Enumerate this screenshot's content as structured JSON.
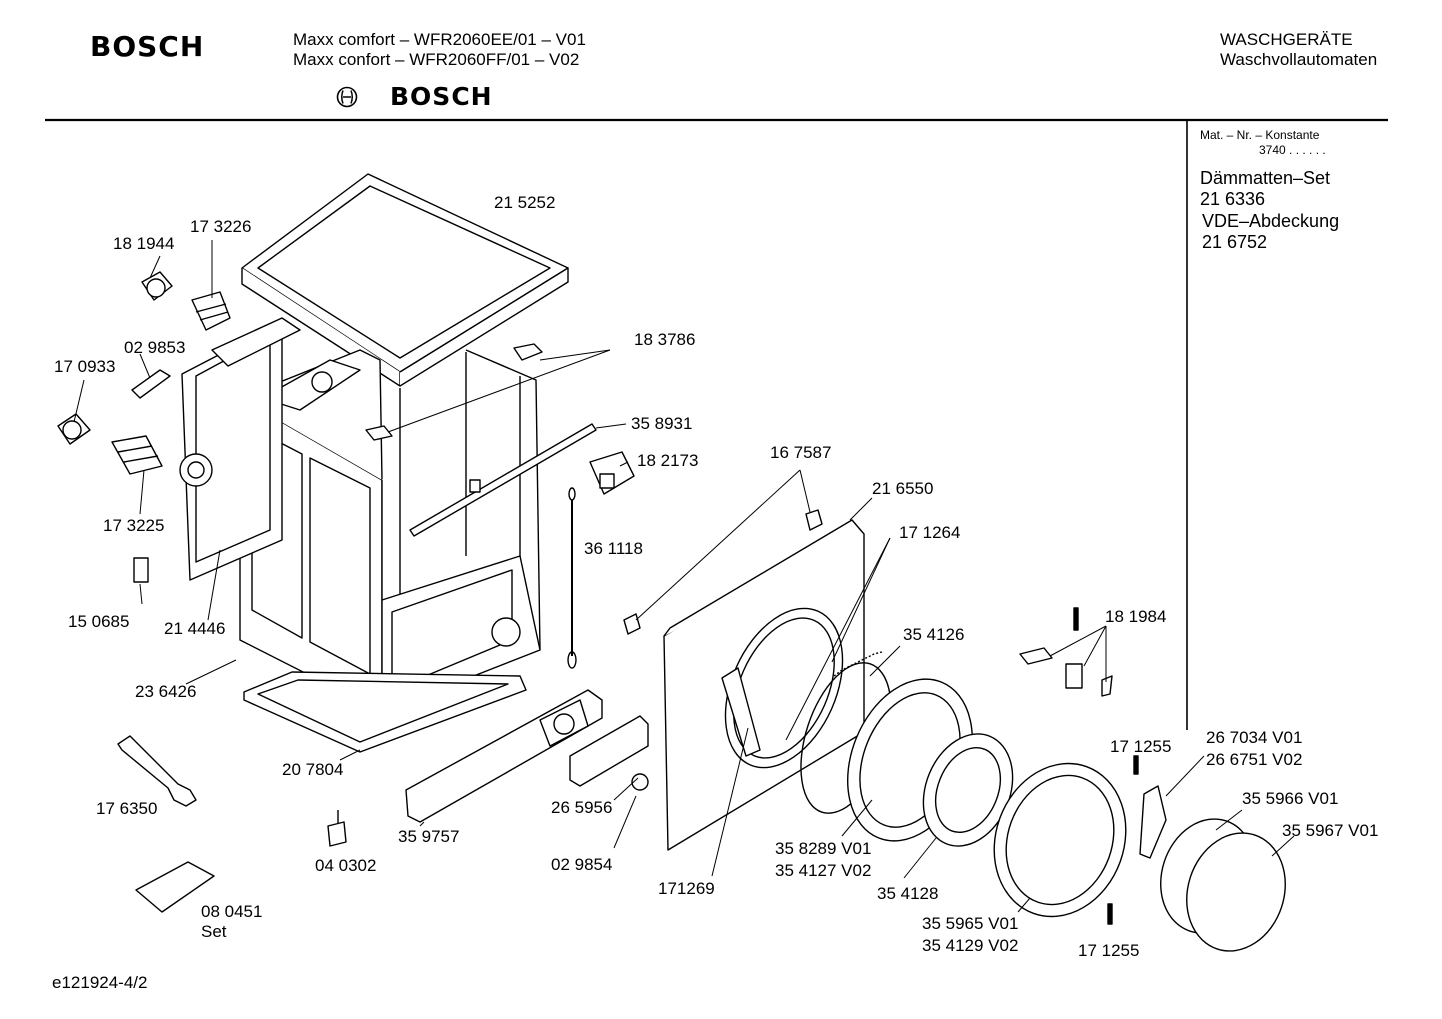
{
  "header": {
    "brand": "BOSCH",
    "models": [
      "Maxx comfort – WFR2060EE/01 – V01",
      "Maxx confort – WFR2060FF/01 – V02"
    ],
    "brand_secondary": "BOSCH",
    "category": "WASCHGERÄTE",
    "subcategory": "Waschvollautomaten"
  },
  "sidebar": {
    "mat_label": "Mat. – Nr. – Konstante",
    "mat_value": "3740 .  .  .  .  .  .",
    "items": [
      "Dämmatten–Set",
      "21 6336",
      "VDE–Abdeckung",
      "21 6752"
    ]
  },
  "parts": [
    {
      "id": "p1",
      "text": "21 5252"
    },
    {
      "id": "p2",
      "text": "17 3226"
    },
    {
      "id": "p3",
      "text": "18 1944"
    },
    {
      "id": "p4",
      "text": "02 9853"
    },
    {
      "id": "p5",
      "text": "17 0933"
    },
    {
      "id": "p6",
      "text": "18 3786"
    },
    {
      "id": "p7",
      "text": "35 8931"
    },
    {
      "id": "p8",
      "text": "18 2173"
    },
    {
      "id": "p9",
      "text": "17 3225"
    },
    {
      "id": "p10",
      "text": "16 7587"
    },
    {
      "id": "p11",
      "text": "21 6550"
    },
    {
      "id": "p12",
      "text": "36 1118"
    },
    {
      "id": "p13",
      "text": "17 1264"
    },
    {
      "id": "p14",
      "text": "15 0685"
    },
    {
      "id": "p15",
      "text": "21 4446"
    },
    {
      "id": "p16",
      "text": "18 1984"
    },
    {
      "id": "p17",
      "text": "35 4126"
    },
    {
      "id": "p18",
      "text": "23 6426"
    },
    {
      "id": "p19",
      "text": "26 7034 V01"
    },
    {
      "id": "p20",
      "text": "26 6751 V02"
    },
    {
      "id": "p21",
      "text": "17 1255"
    },
    {
      "id": "p22",
      "text": "20 7804"
    },
    {
      "id": "p23",
      "text": "35 5966 V01"
    },
    {
      "id": "p24",
      "text": "17 6350"
    },
    {
      "id": "p25",
      "text": "35 5967 V01"
    },
    {
      "id": "p26",
      "text": "26 5956"
    },
    {
      "id": "p27",
      "text": "35 9757"
    },
    {
      "id": "p28",
      "text": "35 8289 V01"
    },
    {
      "id": "p29",
      "text": "35 4127 V02"
    },
    {
      "id": "p30",
      "text": "04 0302"
    },
    {
      "id": "p31",
      "text": "02 9854"
    },
    {
      "id": "p32",
      "text": "171269"
    },
    {
      "id": "p33",
      "text": "35 4128"
    },
    {
      "id": "p34",
      "text": "08 0451"
    },
    {
      "id": "p35",
      "text": "Set"
    },
    {
      "id": "p36",
      "text": "35 5965 V01"
    },
    {
      "id": "p37",
      "text": "35 4129 V02"
    },
    {
      "id": "p38",
      "text": "17 1255"
    }
  ],
  "footer": {
    "code": "e121924-4/2"
  }
}
